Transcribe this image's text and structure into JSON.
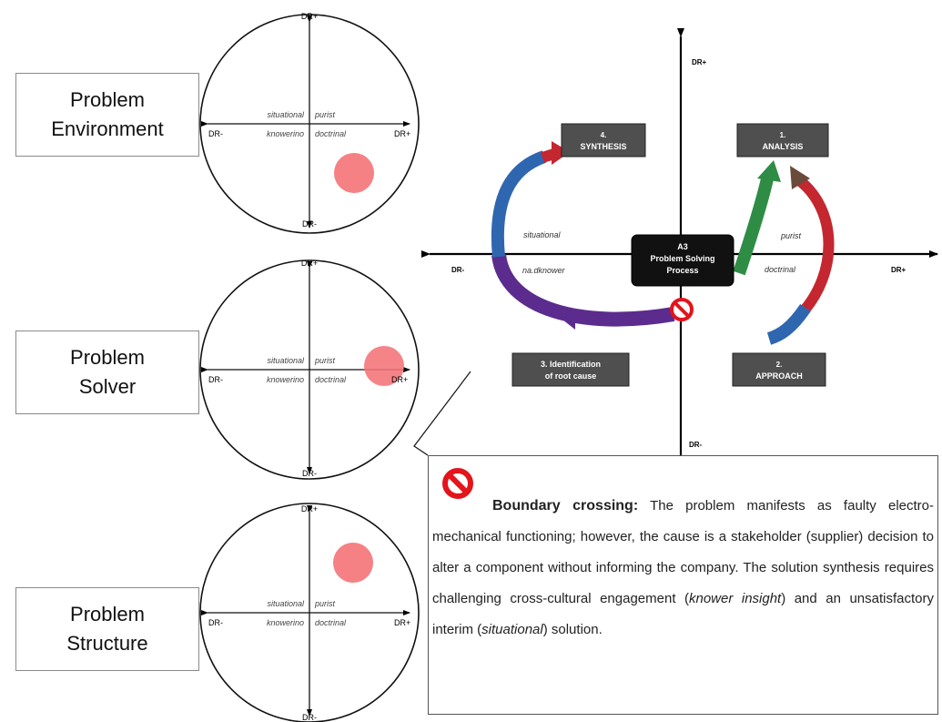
{
  "side_labels": [
    {
      "line1": "Problem",
      "line2": "Environment"
    },
    {
      "line1": "Problem",
      "line2": "Solver"
    },
    {
      "line1": "Problem",
      "line2": "Structure"
    }
  ],
  "quad": {
    "top": "DR+",
    "bottom": "DR-",
    "left": "DR-",
    "right": "DR+",
    "q_top_left": "situational",
    "q_top_right": "purist",
    "q_bottom_left": "knowerino",
    "q_bottom_right": "doctrinal"
  },
  "main": {
    "axis_top": "DR+",
    "axis_bottom": "DR-",
    "axis_left": "DR-",
    "axis_right": "DR+",
    "q_top_left": "situational",
    "q_top_right": "purist",
    "q_bottom_left": "na.dknower",
    "q_bottom_right": "doctrinal",
    "center_line1": "A3",
    "center_line2": "Problem Solving",
    "center_line3": "Process",
    "step_synthesis_line1": "4.",
    "step_synthesis_line2": "SYNTHESIS",
    "step_analysis_line1": "1.",
    "step_analysis_line2": "ANALYSIS",
    "step_identification_line1": "3. Identification",
    "step_identification_line2": "of root cause",
    "step_approach_line1": "2.",
    "step_approach_line2": "APPROACH"
  },
  "callout": {
    "title": "Boundary crossing:",
    "text_1": " The problem manifests as faulty electro-mechanical functioning; however, the cause is a stakeholder (supplier) decision to alter a component without informing the company. The solution synthesis requires challenging cross-cultural engagement (",
    "italic_1": "knower insight",
    "text_2": ") and an unsatisfactory interim (",
    "italic_2": "situational",
    "text_3": ") solution."
  },
  "colors": {
    "dot": "#f47377",
    "step_box": "#4f4f4f",
    "center_box": "#111111",
    "no_icon": "#e3141b",
    "arrow_red": "#c4272f",
    "arrow_blue": "#2f66b0",
    "arrow_purple": "#5b2c8d",
    "arrow_green": "#2f8c45"
  }
}
